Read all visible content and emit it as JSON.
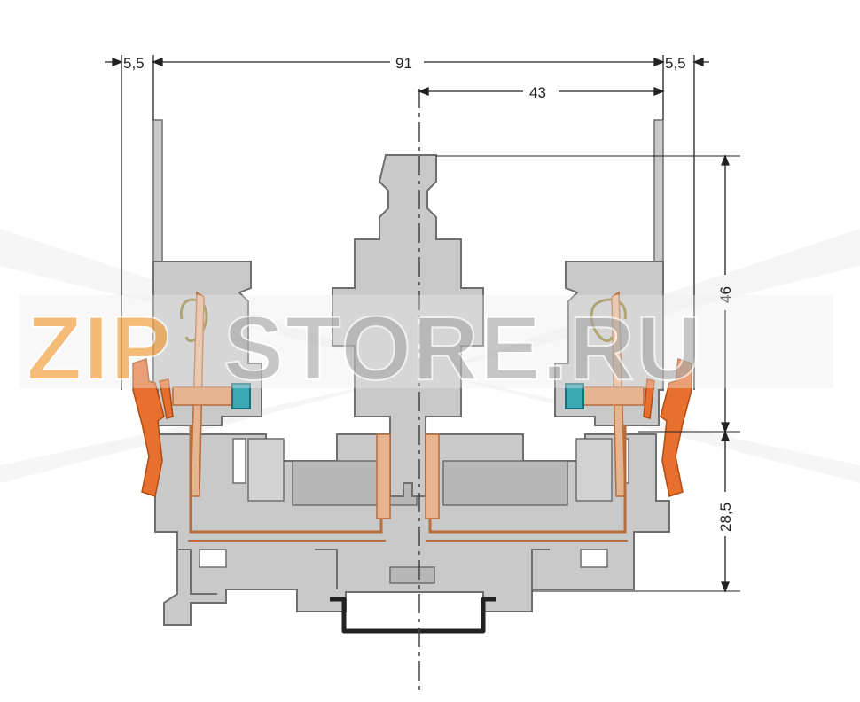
{
  "dimensions": {
    "left_margin": "5,5",
    "total_width": "91",
    "right_margin": "5,5",
    "half_width": "43",
    "upper_height": "46",
    "lower_height": "28,5"
  },
  "watermark": {
    "orange_part": "ZIP",
    "grey_part": "STORE.RU"
  },
  "colors": {
    "housing": "#c9c9c9",
    "housing_dark": "#9a9a9a",
    "outline": "#6f6f6f",
    "lever": "#e8702f",
    "copper": "#e6b48f",
    "copper_dark": "#b86d3a",
    "teal": "#3aa9b5",
    "rail": "#222222",
    "watermark_orange": "#f2a64a",
    "watermark_grey": "#b3b3b3"
  }
}
